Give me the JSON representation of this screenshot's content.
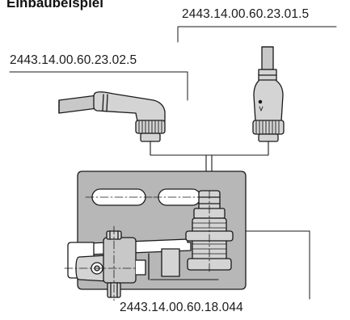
{
  "title": "Einbaubeispiel",
  "labels": {
    "connector_straight": "2443.14.00.60.23.01.5",
    "connector_angled": "2443.14.00.60.23.02.5",
    "sensor": "2443.14.00.60.18.044"
  },
  "colors": {
    "line": "#1a1a1a",
    "plate_fill": "#b7b7b7",
    "part_fill": "#d4d4d4",
    "cable_fill": "#c8c8c8",
    "background": "#ffffff"
  }
}
